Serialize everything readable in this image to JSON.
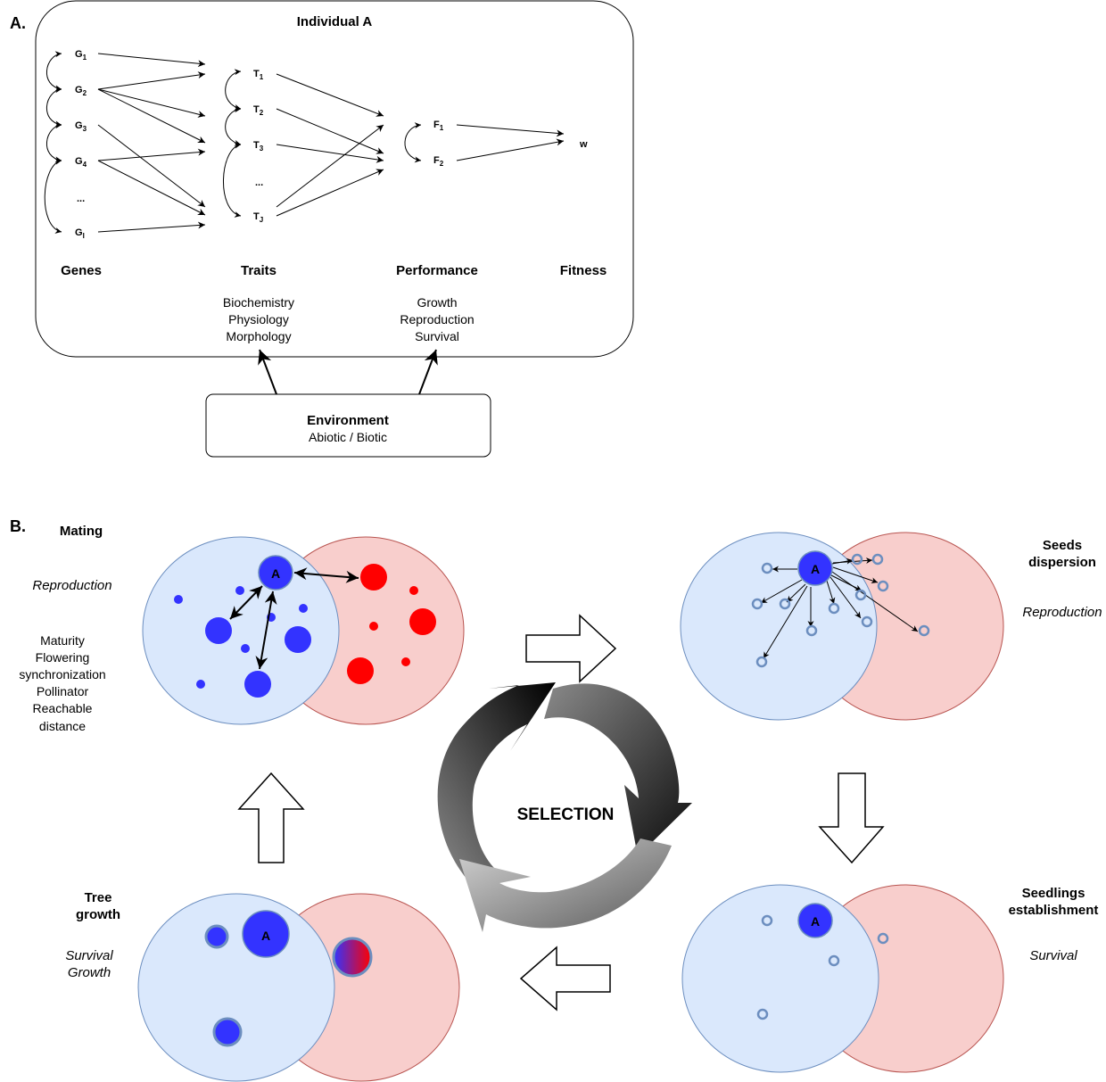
{
  "panel_a": {
    "label": "A.",
    "title": "Individual A",
    "genes": [
      "G",
      "G",
      "G",
      "G",
      "...",
      "G"
    ],
    "gene_subs": [
      "1",
      "2",
      "3",
      "4",
      "",
      "I"
    ],
    "traits": [
      "T",
      "T",
      "T",
      "...",
      "T"
    ],
    "trait_subs": [
      "1",
      "2",
      "3",
      "",
      "J"
    ],
    "performance": [
      "F",
      "F"
    ],
    "performance_subs": [
      "1",
      "2"
    ],
    "fitness_node": "w",
    "headers": {
      "genes": "Genes",
      "traits": "Traits",
      "performance": "Performance",
      "fitness": "Fitness"
    },
    "traits_desc": [
      "Biochemistry",
      "Physiology",
      "Morphology"
    ],
    "performance_desc": [
      "Growth",
      "Reproduction",
      "Survival"
    ],
    "environment": {
      "title": "Environment",
      "subtitle": "Abiotic / Biotic"
    }
  },
  "panel_b": {
    "label": "B.",
    "center": "SELECTION",
    "individual_label": "A",
    "mating": {
      "title": "Mating",
      "subtitle": "Reproduction",
      "factors": [
        "Maturity",
        "Flowering",
        "synchronization",
        "Pollinator",
        "Reachable",
        "distance"
      ]
    },
    "seeds": {
      "title": [
        "Seeds",
        "dispersion"
      ],
      "subtitle": "Reproduction"
    },
    "seedlings": {
      "title": [
        "Seedlings",
        "establishment"
      ],
      "subtitle": "Survival"
    },
    "tree": {
      "title": [
        "Tree",
        "growth"
      ],
      "subtitle": [
        "Survival",
        "Growth"
      ]
    }
  },
  "colors": {
    "pop_blue_fill": "#dae8fc",
    "pop_blue_stroke": "#6c8ebf",
    "pop_red_fill": "#f8cecc",
    "pop_red_stroke": "#b85450",
    "ind_blue": "#3333ff",
    "ind_red": "#ff0000"
  }
}
